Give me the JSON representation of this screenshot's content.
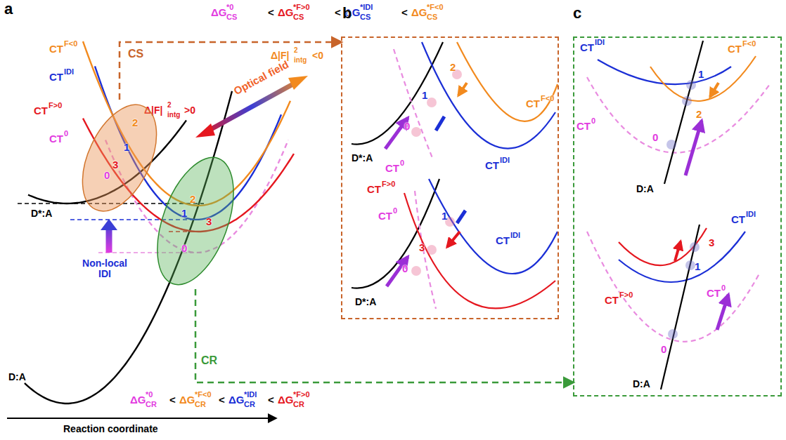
{
  "diagram": {
    "nodes": [
      {
        "text": [
          "0",
          "3",
          "1",
          "2"
        ]
      },
      {
        "text": [
          "b"
        ]
      },
      {
        "text": [
          "2",
          "1",
          "3",
          "0"
        ]
      },
      {
        "text": [
          "c"
        ]
      }
    ],
    "edges": [
      {
        "from": 0,
        "to": 1,
        "arrow": "to",
        "label": "CS"
      },
      {
        "from": 2,
        "to": 3,
        "arrow": "to",
        "label": "CR"
      }
    ],
    "labels": [
      "a",
      "ΔG",
      "*0",
      "CS",
      "<",
      "ΔG",
      "*F>0",
      "CS",
      "<",
      "ΔG",
      "*IDI",
      "CS",
      "<",
      "ΔG",
      "*F<0",
      "CS",
      "CT",
      "F<0",
      "CT",
      "IDI",
      "CT",
      "F>0",
      "CT",
      "0",
      "D*:A",
      "Optical field",
      "Δ|F|",
      "2",
      "intg",
      "<0",
      "Δ|F|",
      "2",
      "intg",
      ">0",
      "Non-local IDI",
      "D:A",
      "ΔG",
      "*0",
      "CR",
      "<",
      "ΔG",
      "*F<0",
      "CR",
      "<",
      "ΔG",
      "*IDI",
      "CR",
      "<",
      "ΔG",
      "*F>0",
      "CR",
      "Reaction coordinate",
      "0",
      "1",
      "2",
      "CT",
      "F<0",
      "D*:A",
      "CT",
      "0",
      "CT",
      "IDI",
      "CT",
      "F>0",
      "1",
      "0",
      "3",
      "CT",
      "IDI",
      "D*:A",
      "CT",
      "0",
      "CT",
      "IDI",
      "CT",
      "F<0",
      "1",
      "0",
      "2",
      "CT",
      "0",
      "D:A",
      "3",
      "CT",
      "IDI",
      "CT",
      "F>0",
      "1",
      "CT",
      "0",
      "0",
      "D:A"
    ]
  }
}
